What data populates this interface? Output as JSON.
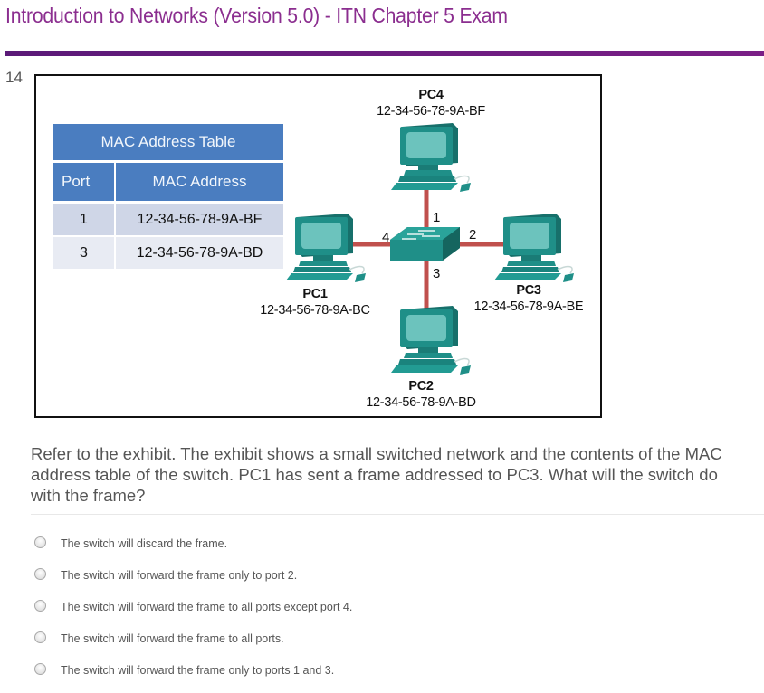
{
  "header": {
    "title": "Introduction to Networks (Version 5.0) - ITN Chapter 5 Exam",
    "accent_color": "#6a1b80"
  },
  "question": {
    "number": "14",
    "text": "Refer to the exhibit. The exhibit shows a small switched network and the contents of the MAC address table of the switch. PC1 has sent a frame addressed to PC3. What will the switch do with the frame?",
    "options": [
      {
        "label": "The switch will discard the frame.",
        "selected": false
      },
      {
        "label": "The switch will forward the frame only to port 2.",
        "selected": false
      },
      {
        "label": "The switch will forward the frame to all ports except port 4.",
        "selected": false
      },
      {
        "label": "The switch will forward the frame to all ports.",
        "selected": false
      },
      {
        "label": "The switch will forward the frame only to ports 1 and 3.",
        "selected": false
      }
    ]
  },
  "exhibit": {
    "mac_table": {
      "title": "MAC Address Table",
      "headers": [
        "Port",
        "MAC Address"
      ],
      "rows": [
        {
          "port": "1",
          "mac": "12-34-56-78-9A-BF"
        },
        {
          "port": "3",
          "mac": "12-34-56-78-9A-BD"
        }
      ]
    },
    "nodes": {
      "pc4": {
        "name": "PC4",
        "mac": "12-34-56-78-9A-BF",
        "port": "1"
      },
      "pc3": {
        "name": "PC3",
        "mac": "12-34-56-78-9A-BE",
        "port": "2"
      },
      "pc2": {
        "name": "PC2",
        "mac": "12-34-56-78-9A-BD",
        "port": "3"
      },
      "pc1": {
        "name": "PC1",
        "mac": "12-34-56-78-9A-BC",
        "port": "4"
      }
    },
    "colors": {
      "device": "#1f8f88",
      "link": "#c0504d",
      "table_header": "#4a7dc0"
    }
  }
}
